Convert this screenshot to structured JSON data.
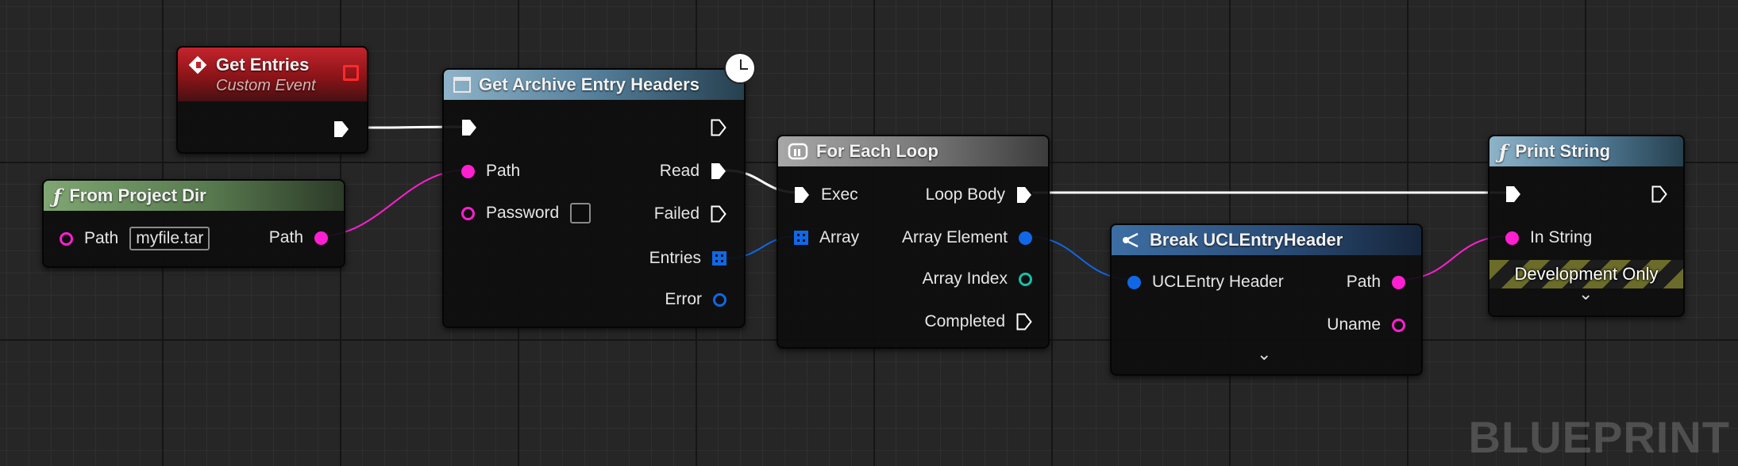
{
  "nodes": {
    "get_entries": {
      "title": "Get Entries",
      "subtitle": "Custom Event"
    },
    "from_project_dir": {
      "title": "From Project Dir",
      "path_in_label": "Path",
      "path_in_value": "myfile.tar",
      "path_out_label": "Path"
    },
    "get_archive": {
      "title": "Get Archive Entry Headers",
      "path_label": "Path",
      "password_label": "Password",
      "read_label": "Read",
      "failed_label": "Failed",
      "entries_label": "Entries",
      "error_label": "Error"
    },
    "for_each": {
      "title": "For Each Loop",
      "exec_label": "Exec",
      "array_label": "Array",
      "loop_body_label": "Loop Body",
      "array_element_label": "Array Element",
      "array_index_label": "Array Index",
      "completed_label": "Completed"
    },
    "break_header": {
      "title": "Break UCLEntryHeader",
      "in_label": "UCLEntry Header",
      "path_label": "Path",
      "uname_label": "Uname"
    },
    "print_string": {
      "title": "Print String",
      "in_string_label": "In String",
      "dev_only_label": "Development Only"
    }
  },
  "watermark": "BLUEPRINT",
  "colors": {
    "exec_pin": "#ffffff",
    "string_pin": "#ff1fd1",
    "struct_pin": "#1068e6",
    "int_pin": "#17c2a6",
    "event_header": "#c4242c",
    "function_header": "#557f9b",
    "pure_header": "#587a4f",
    "macro_header": "#7c7c7c",
    "break_header": "#2a4c76"
  },
  "icons": {
    "event": "event-diamond-icon",
    "function": "function-f-icon",
    "latent": "clock-icon",
    "macro": "loop-macro-icon",
    "break": "break-struct-icon",
    "expand": "chevron-down-icon"
  }
}
